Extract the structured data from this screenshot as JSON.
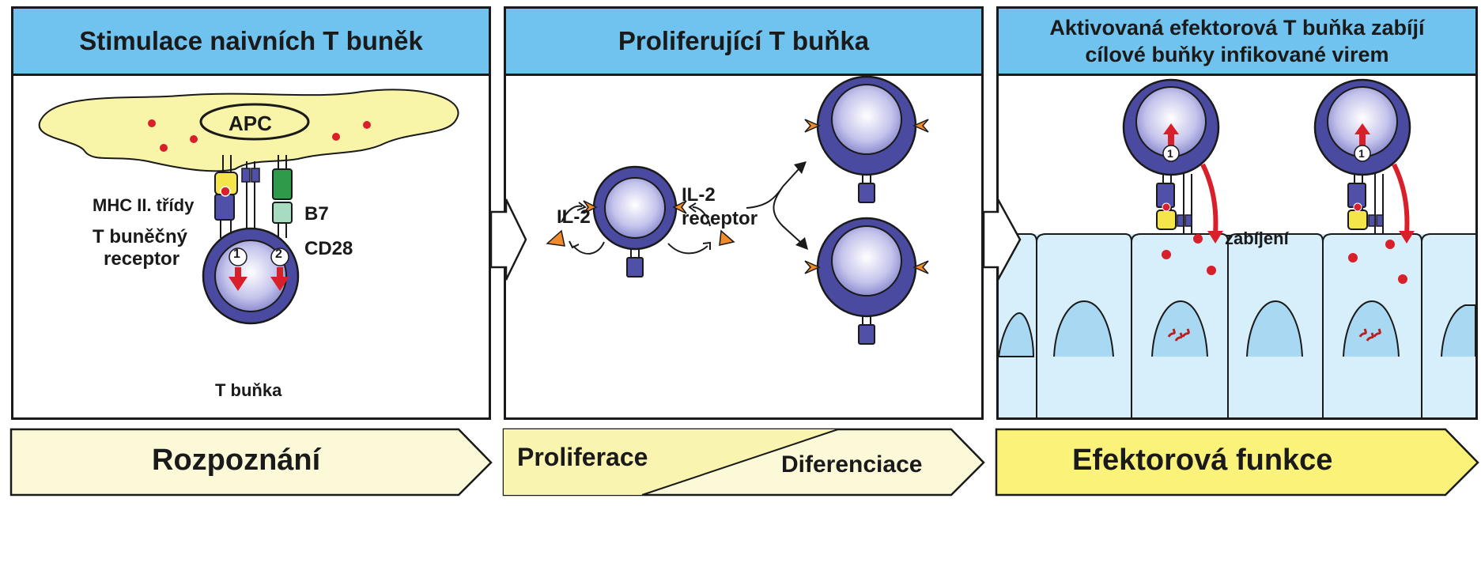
{
  "panels": {
    "stimulation": {
      "title": "Stimulace naivních T buněk",
      "apc": "APC",
      "mhc": "MHC II. třídy",
      "b7": "B7",
      "tcr_line1": "T buněčný",
      "tcr_line2": "receptor",
      "cd28": "CD28",
      "signal1": "1",
      "signal2": "2",
      "tcell": "T buňka"
    },
    "proliferating": {
      "title": "Proliferující T buňka",
      "il2": "IL-2",
      "il2r_line1": "IL-2",
      "il2r_line2": "receptor"
    },
    "effector": {
      "title_line1": "Aktivovaná efektorová T buňka zabíjí",
      "title_line2": "cílové buňky infikované virem",
      "killing": "zabíjení",
      "signal1": "1"
    }
  },
  "banners": {
    "recognition": "Rozpoznání",
    "proliferation": "Proliferace",
    "differentiation": "Diferenciace",
    "effector": "Efektorová funkce"
  },
  "colors": {
    "header_blue": "#70c3ee",
    "cell_dark": "#4a4aa0",
    "apc_yellow": "#f8f4a8",
    "antigen_red": "#d8202a",
    "il2_orange": "#f08a2a",
    "epithelium_blue": "#d6effa",
    "banner_light": "#fbf9d8",
    "banner_yellow": "#fbf27a"
  }
}
